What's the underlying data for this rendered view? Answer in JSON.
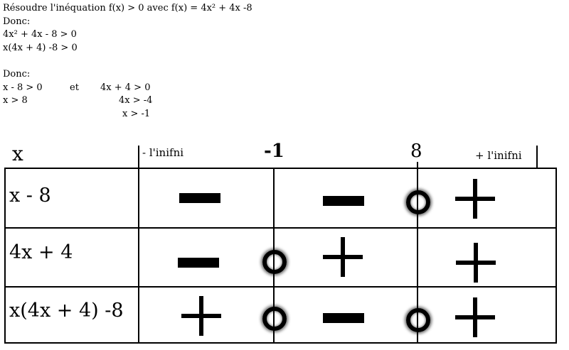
{
  "lines": {
    "l1": "Résoudre l'inéquation f(x) > 0 avec f(x) = 4x² + 4x -8",
    "l2": "Donc:",
    "l3": "4x² + 4x - 8 > 0",
    "l4": "x(4x + 4) -8 > 0",
    "l5": "Donc:",
    "l6a": "x - 8 > 0",
    "l6b": "et",
    "l6c": "4x + 4 > 0",
    "l7a": "x > 8",
    "l7b": "4x > -4",
    "l8": "x > -1"
  },
  "table": {
    "header": {
      "var": "x",
      "minus_inf": "- l'inifni",
      "v1": "-1",
      "v2": "8",
      "plus_inf": "+ l'inifni"
    },
    "rows": [
      {
        "label": "x - 8",
        "signs": [
          "-",
          "-",
          "0",
          "+"
        ]
      },
      {
        "label": "4x + 4",
        "signs": [
          "-",
          "0",
          "+",
          "+"
        ]
      },
      {
        "label": "x(4x + 4) -8",
        "signs": [
          "+",
          "0",
          "-",
          "0",
          "+"
        ]
      }
    ]
  }
}
